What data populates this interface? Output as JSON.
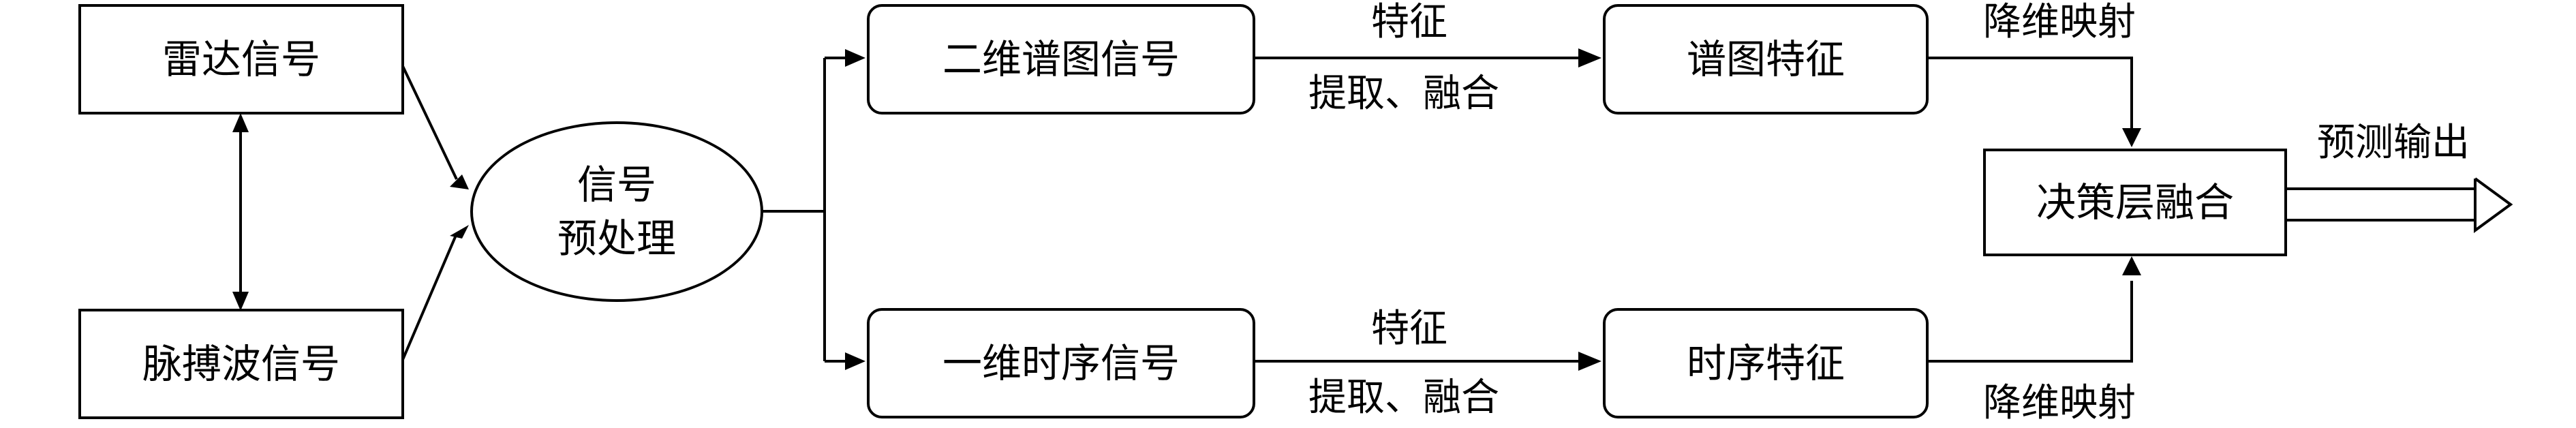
{
  "nodes": {
    "radar": "雷达信号",
    "pulse": "脉搏波信号",
    "preprocess_line1": "信号",
    "preprocess_line2": "预处理",
    "spectrum_signal": "二维谱图信号",
    "timeseries_signal": "一维时序信号",
    "spectrum_feature": "谱图特征",
    "timeseries_feature": "时序特征",
    "decision_fusion": "决策层融合"
  },
  "edge_labels": {
    "top_feature": "特征",
    "top_extract": "提取、融合",
    "bottom_feature": "特征",
    "bottom_extract": "提取、融合",
    "top_mapping": "降维映射",
    "bottom_mapping": "降维映射",
    "output": "预测输出"
  }
}
